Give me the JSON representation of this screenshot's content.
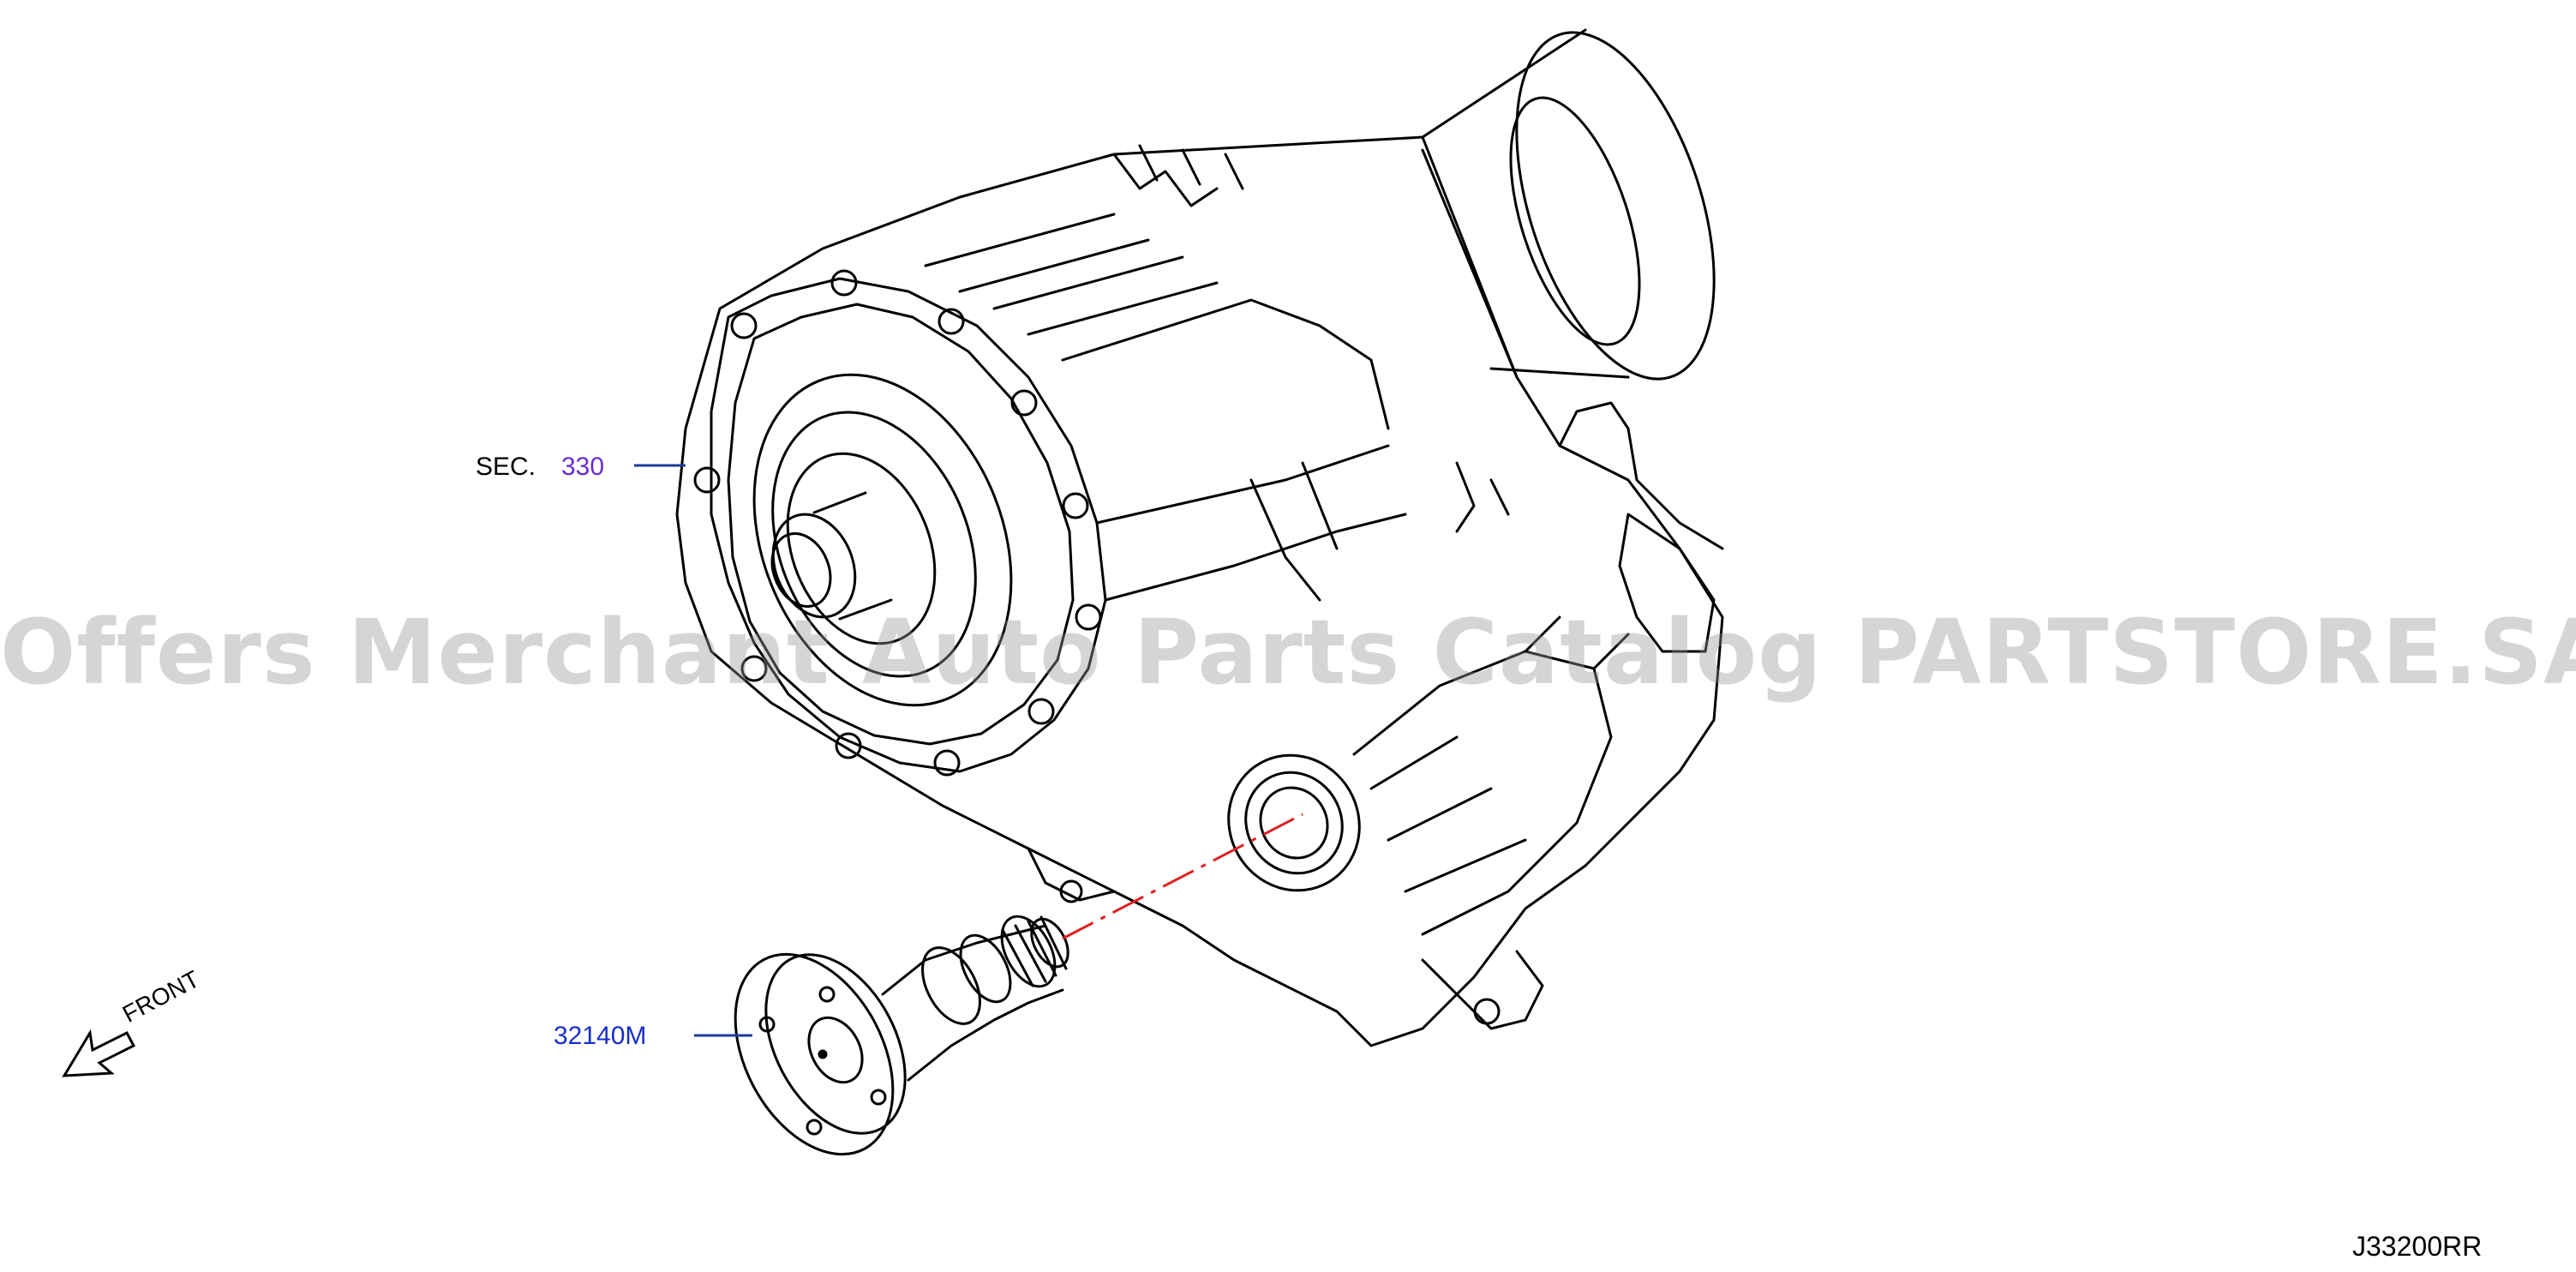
{
  "labels": {
    "sec_prefix": "SEC.",
    "sec_number": "330",
    "part_number": "32140M",
    "front": "FRONT",
    "diagram_code": "J33200RR"
  },
  "watermark": "Offers Merchant Auto Parts Catalog PARTSTORE.SA",
  "colors": {
    "line": "#000000",
    "callout_line": "#1f3a9c",
    "sec_number": "#6a2bd8",
    "part_number": "#1a2ecc",
    "centerline": "#e02020",
    "watermark": "#969696"
  },
  "icons": [
    "front-arrow-icon"
  ]
}
